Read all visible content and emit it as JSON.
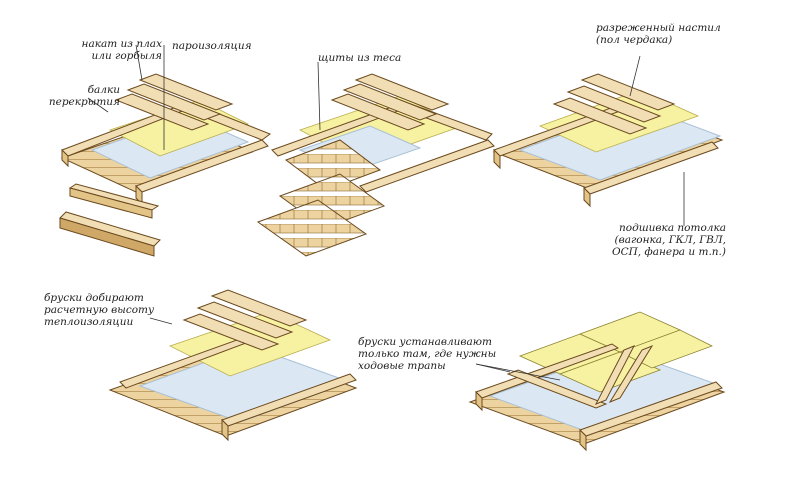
{
  "colors": {
    "wood": "#f2deb5",
    "wood_side": "#e3c487",
    "wood_dark": "#cfa868",
    "outline": "#6b4a1f",
    "insulation": "#f7f2a2",
    "membrane": "#dbe8f3",
    "membrane_line": "#a9c0d6"
  },
  "labels": {
    "nakat": "накат из плах\nили горбыля",
    "paroizolyatsiya": "пароизоляция",
    "balki": "балки\nперекрытия",
    "shchity": "щиты из теса",
    "nastil": "разреженный настил\n(пол чердака)",
    "podshivka": "подшивка потолка\n(вагонка, ГКЛ, ГВЛ,\nОСП, фанера и т.п.)",
    "bruski_vysota": "бруски добирают\nрасчетную высоту\nтеплоизоляции",
    "bruski_trapy": "бруски устанавливают\nтолько там, где нужны\nходовые трапы"
  }
}
